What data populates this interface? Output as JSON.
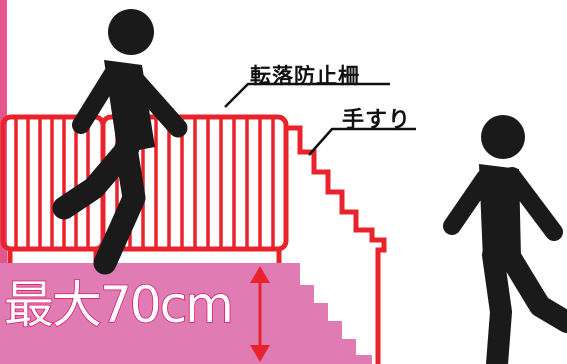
{
  "labels": {
    "guard_fence": "転落防止柵",
    "handrail": "手すり",
    "max_height": "最大70cm"
  },
  "icons": [
    "person-walking-icon",
    "height-arrow-icon"
  ],
  "colors": {
    "fence": "#e8232c",
    "platform": "#e07cb3",
    "left_edge": "#e5568e",
    "figure": "#1a1a1a",
    "arrow": "#e8232c"
  }
}
